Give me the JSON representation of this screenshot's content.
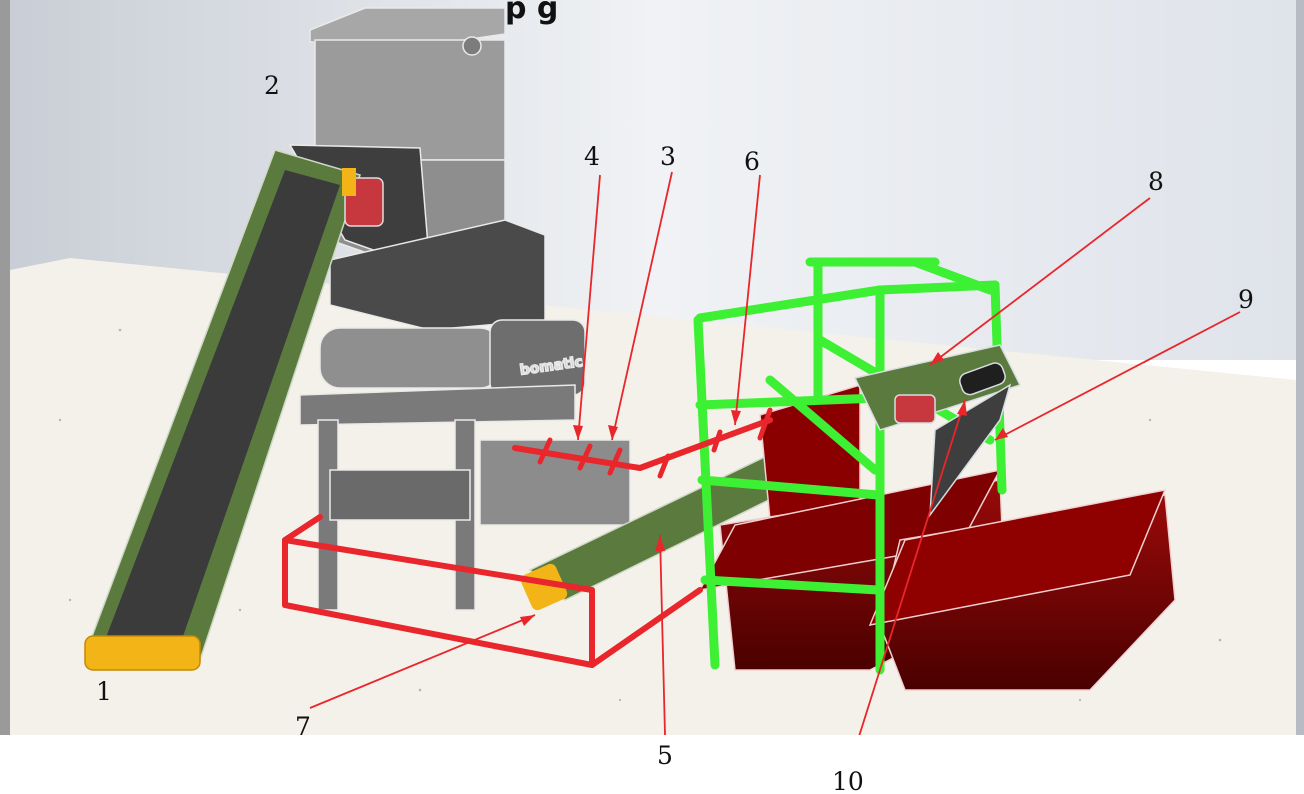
{
  "title_fragment": "p   g",
  "callouts": [
    "1",
    "2",
    "3",
    "4",
    "5",
    "6",
    "7",
    "8",
    "9",
    "10"
  ],
  "colors": {
    "frame": "#3df033",
    "highlight": "#e8262b",
    "bins": "#7f0000",
    "conveyor_belt": "#3b3b3b",
    "conveyor_side": "#5b7a3e",
    "end_rollers": "#f2b417",
    "machine_grey": "#8a8a8a",
    "floor": "#f4f1ea",
    "background_wall": "#dfe3ea"
  },
  "icons": {
    "shredder_brand": "bomatic-logo"
  }
}
